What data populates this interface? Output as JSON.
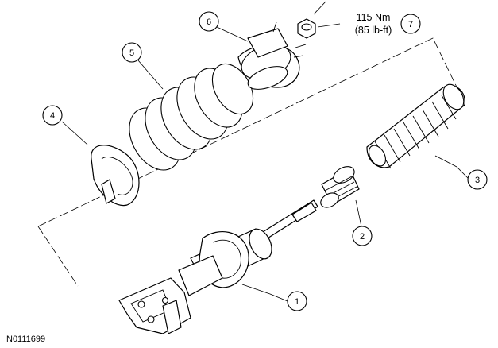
{
  "figure": {
    "code": "N0111699",
    "torque": {
      "line1": "115 Nm",
      "line2": "(85 lb-ft)"
    }
  },
  "callouts": [
    {
      "id": "1",
      "label": "1"
    },
    {
      "id": "2",
      "label": "2"
    },
    {
      "id": "3",
      "label": "3"
    },
    {
      "id": "4",
      "label": "4"
    },
    {
      "id": "5",
      "label": "5"
    },
    {
      "id": "6",
      "label": "6"
    },
    {
      "id": "7",
      "label": "7"
    }
  ]
}
